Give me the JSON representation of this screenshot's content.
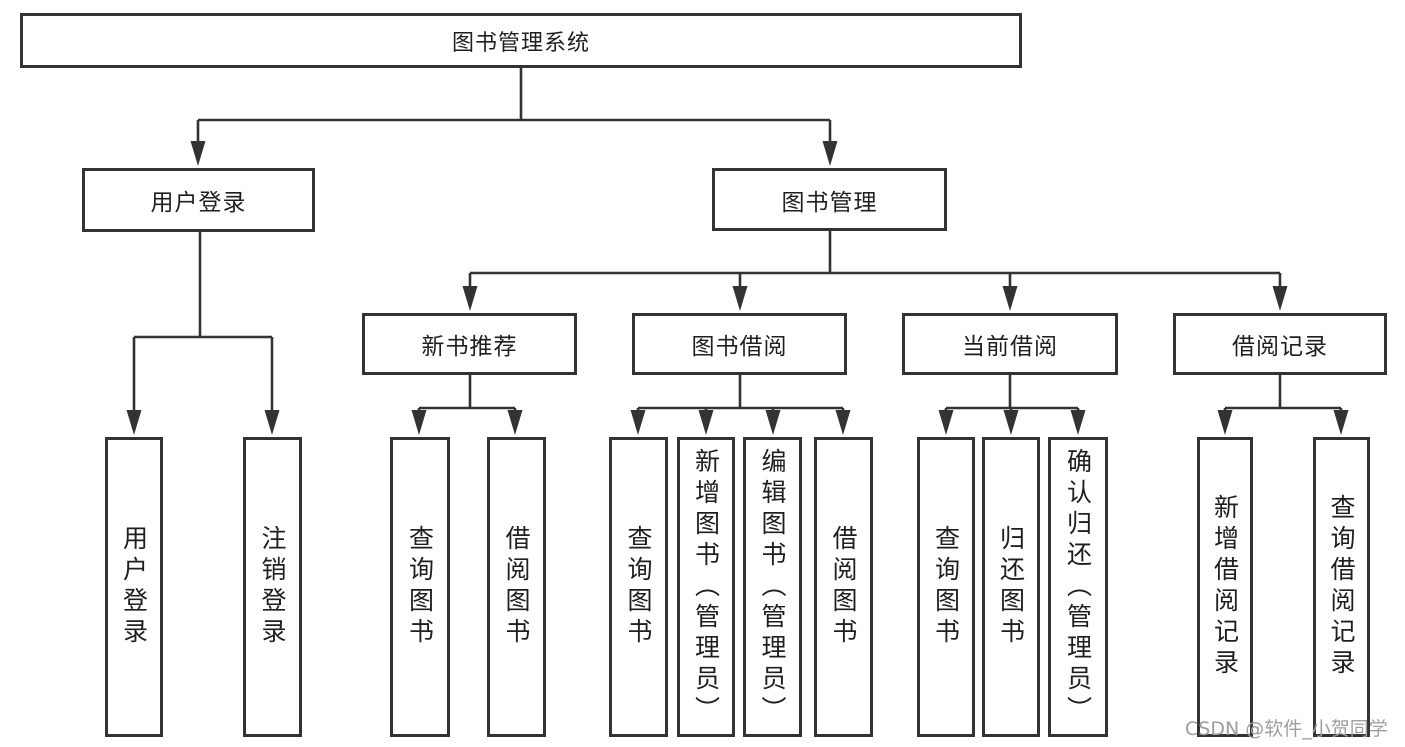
{
  "diagram_type": "tree-structure-chart",
  "colors": {
    "line": "#333333",
    "text": "#1f1f1f",
    "watermark": "#9e9e9e",
    "background": "#ffffff"
  },
  "watermark": "CSDN @软件_小贺同学",
  "tree": {
    "label": "图书管理系统",
    "children": [
      {
        "label": "用户登录",
        "children": [
          {
            "label": "用户登录"
          },
          {
            "label": "注销登录"
          }
        ]
      },
      {
        "label": "图书管理",
        "children": [
          {
            "label": "新书推荐",
            "children": [
              {
                "label": "查询图书"
              },
              {
                "label": "借阅图书"
              }
            ]
          },
          {
            "label": "图书借阅",
            "children": [
              {
                "label": "查询图书"
              },
              {
                "label": "新增图书（管理员）"
              },
              {
                "label": "编辑图书（管理员）"
              },
              {
                "label": "借阅图书"
              }
            ]
          },
          {
            "label": "当前借阅",
            "children": [
              {
                "label": "查询图书"
              },
              {
                "label": "归还图书"
              },
              {
                "label": "确认归还（管理员）"
              }
            ]
          },
          {
            "label": "借阅记录",
            "children": [
              {
                "label": "新增借阅记录"
              },
              {
                "label": "查询借阅记录"
              }
            ]
          }
        ]
      }
    ]
  }
}
